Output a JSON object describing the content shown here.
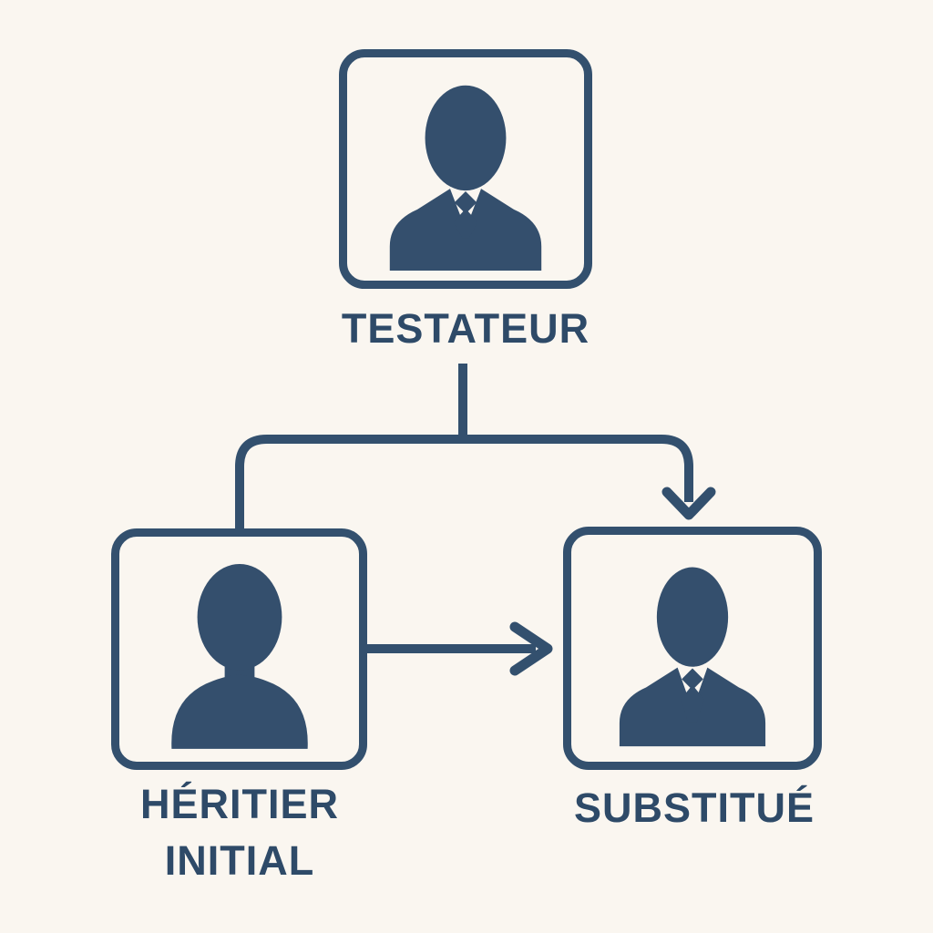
{
  "diagram": {
    "type": "flowchart",
    "language": "fr",
    "topic": "substitution d'héritier (succession)",
    "colors": {
      "background": "#FAF6F0",
      "line": "#33506E",
      "text": "#2E4A68",
      "icon": "#344F6D"
    },
    "nodes": [
      {
        "id": "testateur",
        "label": "TESTATEUR",
        "icon": "person-suit-icon",
        "position": "top-center"
      },
      {
        "id": "heritier-initial",
        "label": "HÉRITIER INITIAL",
        "label_lines": [
          "HÉRITIER",
          "INITIAL"
        ],
        "icon": "person-icon",
        "position": "bottom-left"
      },
      {
        "id": "substitue",
        "label": "SUBSTITUÉ",
        "icon": "person-suit-icon",
        "position": "bottom-right"
      }
    ],
    "edges": [
      {
        "from": "testateur",
        "to": "heritier-initial",
        "style": "elbow",
        "arrowhead": false
      },
      {
        "from": "testateur",
        "to": "substitue",
        "style": "elbow",
        "arrowhead": "down-chevron"
      },
      {
        "from": "heritier-initial",
        "to": "substitue",
        "style": "straight-horizontal",
        "arrowhead": "right-chevron"
      }
    ]
  }
}
